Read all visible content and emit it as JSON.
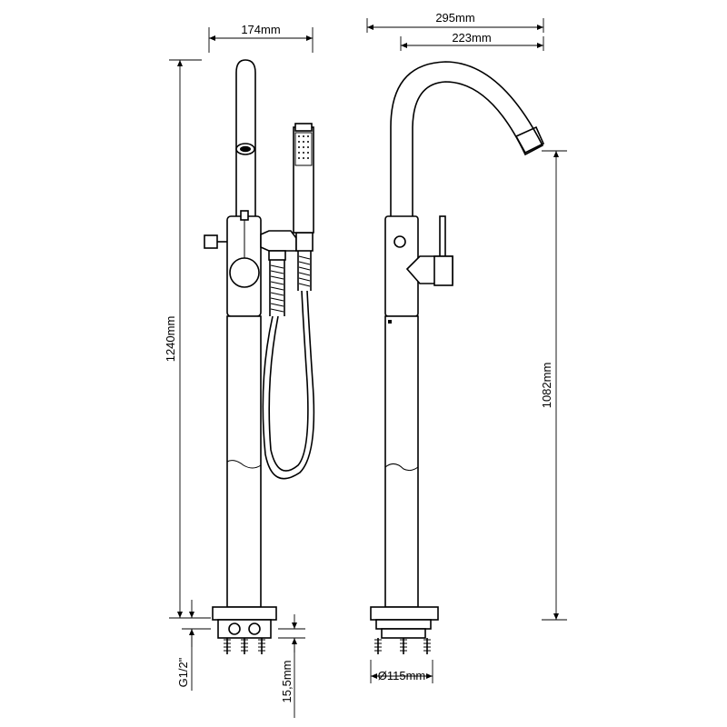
{
  "dimensions": {
    "front_width": "174mm",
    "side_total_width": "295mm",
    "side_spout_width": "223mm",
    "total_height": "1240mm",
    "spout_height": "1082mm",
    "thread": "G1/2\"",
    "base_thickness": "15,5mm",
    "base_diameter": "Ø115mm"
  },
  "colors": {
    "line": "#000000",
    "background": "#ffffff"
  }
}
